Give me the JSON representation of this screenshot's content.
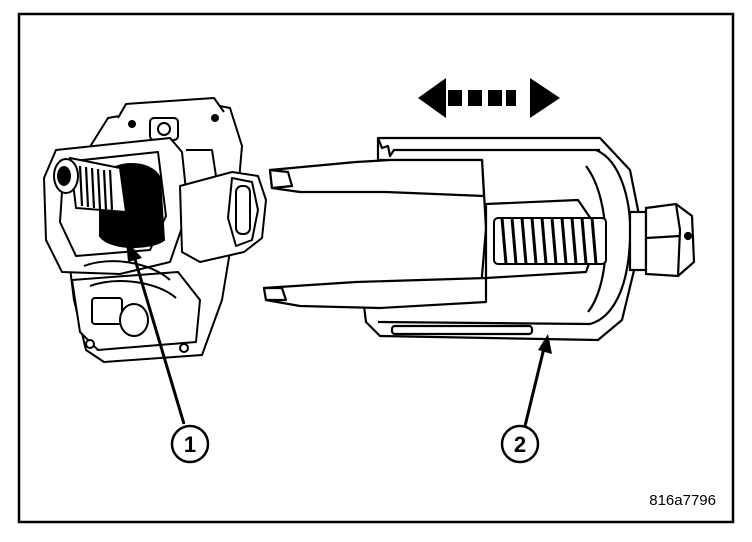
{
  "figure": {
    "figure_id": "816a7796",
    "callouts": [
      {
        "label": "1"
      },
      {
        "label": "2"
      }
    ],
    "icons": {
      "direction_arrow": "double-headed-arrow-icon"
    }
  }
}
